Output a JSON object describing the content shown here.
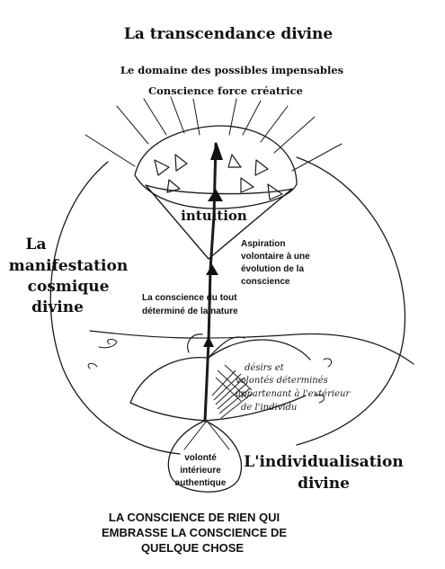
{
  "title": "La transcendance divine",
  "top_lines": [
    "Le domaine des possibles impensables",
    "Conscience force créatrice"
  ],
  "intuition_label": "intuition",
  "aspiration_lines": [
    "Aspiration",
    "volontaire à une",
    "évolution de la",
    "conscience"
  ],
  "nature_lines": [
    "La conscience du tout",
    "déterminé de la nature"
  ],
  "manifestation_lines": [
    "La",
    "manifestation",
    "cosmique",
    "divine"
  ],
  "scribble_lines": [
    "désirs et",
    "volontés déterminés",
    "appartenant à l'extérieur",
    "de l'individu"
  ],
  "volonte_lines": [
    "volonté",
    "intérieure",
    "authentique"
  ],
  "individualisation_lines": [
    "L'individualisation",
    "divine"
  ],
  "bottom_lines": [
    "LA CONSCIENCE DE RIEN QUI",
    "EMBRASSE LA CONSCIENCE DE",
    "QUELQUE CHOSE"
  ]
}
